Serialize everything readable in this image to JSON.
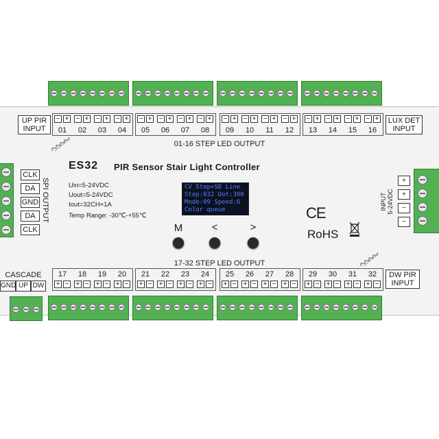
{
  "model": "ES32",
  "product_title": "PIR Sensor Stair Light Controller",
  "specs": [
    "Uin=5-24VDC",
    "Uout=5-24VDC",
    "Iout=32CH×1A",
    "Temp Range: -30℃-+55℃"
  ],
  "top_output_label": "01-16 STEP LED OUTPUT",
  "bottom_output_label": "17-32 STEP LED OUTPUT",
  "top_channels": [
    "01",
    "02",
    "03",
    "04",
    "05",
    "06",
    "07",
    "08",
    "09",
    "10",
    "11",
    "12",
    "13",
    "14",
    "15",
    "16"
  ],
  "bottom_channels": [
    "17",
    "18",
    "19",
    "20",
    "21",
    "22",
    "23",
    "24",
    "25",
    "26",
    "27",
    "28",
    "29",
    "30",
    "31",
    "32"
  ],
  "up_pir_label": "UP PIR\nINPUT",
  "lux_det_label": "LUX DET\nINPUT",
  "dw_pir_label": "DW PIR\nINPUT",
  "cascade": {
    "title": "CASCADE",
    "pins": [
      "GND",
      "UP",
      "DW"
    ]
  },
  "spi_output": {
    "title": "SPI OUTPUT",
    "pins": [
      "CLK",
      "DA",
      "GND",
      "DA",
      "CLK"
    ]
  },
  "power_input": {
    "title": "INPUT\n5-24VDC",
    "pins": [
      "+",
      "+",
      "−",
      "−"
    ]
  },
  "display_lines": [
    "CV Step+SD Line",
    "Step:032 Dot:300",
    "Mode:09  Speed:6",
    "Color queue"
  ],
  "buttons": [
    "M",
    "<",
    ">"
  ],
  "cert": {
    "ce": "CE",
    "rohs": "RoHS"
  },
  "colors": {
    "terminal": "#52b152",
    "display_bg": "#0b1220",
    "display_text": "#5a7dff",
    "panel": "#f3f3f3"
  }
}
